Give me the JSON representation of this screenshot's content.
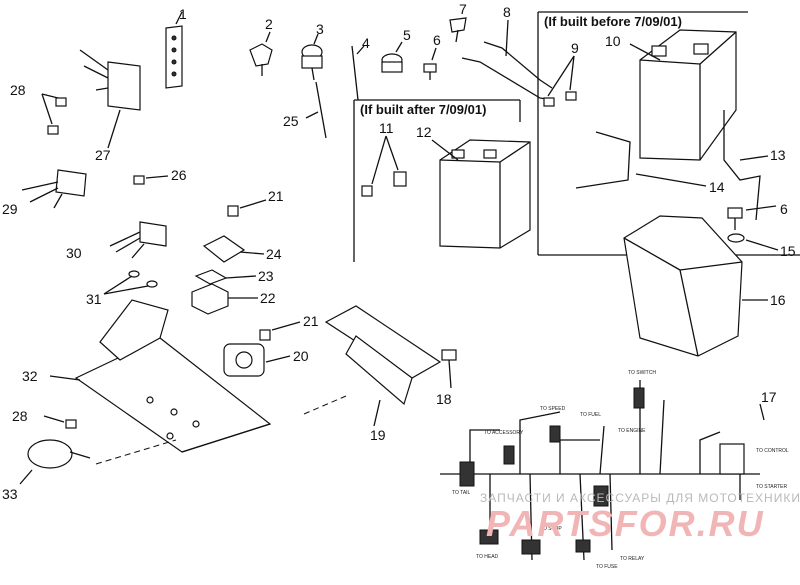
{
  "diagram": {
    "callouts": [
      "1",
      "2",
      "3",
      "4",
      "5",
      "6",
      "7",
      "8",
      "9",
      "10",
      "11",
      "12",
      "13",
      "14",
      "6",
      "15",
      "16",
      "17",
      "18",
      "19",
      "20",
      "21",
      "21",
      "22",
      "23",
      "24",
      "25",
      "26",
      "27",
      "28",
      "28",
      "29",
      "30",
      "31",
      "32",
      "33"
    ],
    "notes": {
      "built_before": "(If built before 7/09/01)",
      "built_after": "(If built after 7/09/01)"
    },
    "watermark": {
      "text": "ЗАПЧАСТИ И АКСЕССУАРЫ ДЛЯ МОТОТЕХНИКИ",
      "logo": "PARTSFOR.RU"
    },
    "harness_labels": [
      "TO ACCESSORY",
      "TO SPEED",
      "TO FUEL",
      "TO ENGINE",
      "TO SWITCH",
      "TO CONTROL",
      "TO STARTER",
      "TO TAIL",
      "TO HEAD",
      "TO STOP",
      "TO FUSE",
      "TO RELAY"
    ]
  }
}
